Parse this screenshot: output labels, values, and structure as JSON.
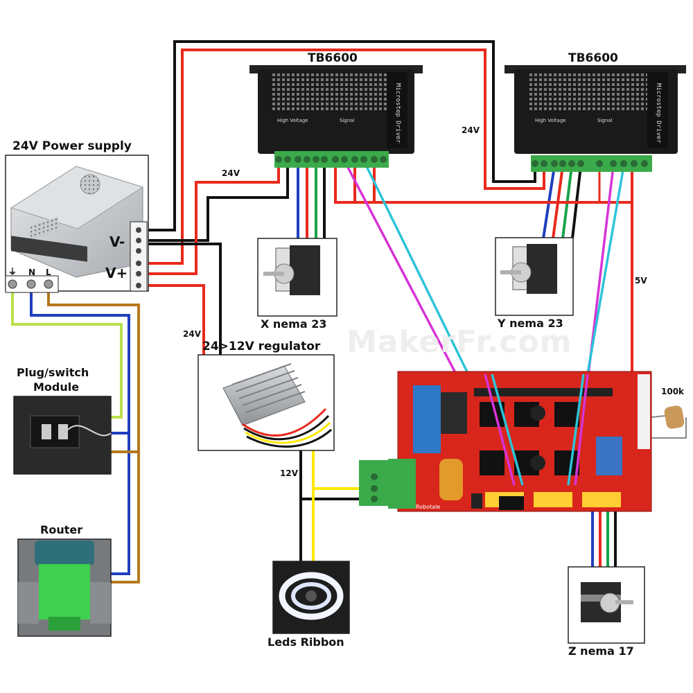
{
  "labels": {
    "tb6600_x": "TB6600",
    "tb6600_y": "TB6600",
    "power_supply": "24V Power supply",
    "v_minus": "V-",
    "v_plus": "V+",
    "ground_symbol": "⏚",
    "neutral": "N",
    "live": "L",
    "x_motor": "X nema 23",
    "y_motor": "Y nema 23",
    "z_motor": "Z nema 17",
    "regulator": "24>12V regulator",
    "plug_switch_line1": "Plug/switch",
    "plug_switch_line2": "Module",
    "router": "Router",
    "leds": "Leds Ribbon",
    "watermark": "MakerFr.com",
    "resistor": "100k",
    "driver_title": "Microstep Driver",
    "high_voltage": "High Voltage",
    "signal": "Signal"
  },
  "wire_labels": {
    "v24_left": "24V",
    "v24_right": "24V",
    "v24_regulator": "24V",
    "v12": "12V",
    "v5": "5V"
  },
  "board_labels": {
    "maker": "Robotale"
  },
  "colors": {
    "wire_black": "#111111",
    "wire_red": "#e8291c",
    "wire_blue": "#1f3fbf",
    "wire_green": "#19a34a",
    "wire_magenta": "#d633d6",
    "wire_cyan": "#2cc4d8",
    "wire_yellow": "#ffe800",
    "wire_lime": "#b8e04a",
    "wire_brown": "#b5781d",
    "driver_body": "#1a1a1a",
    "terminal_green": "#3aaa4a",
    "ramps_red": "#d8261c",
    "psu_silver": "#cfd2d4",
    "motor_dark": "#2a2a2a",
    "router_green": "#3fd04f"
  }
}
